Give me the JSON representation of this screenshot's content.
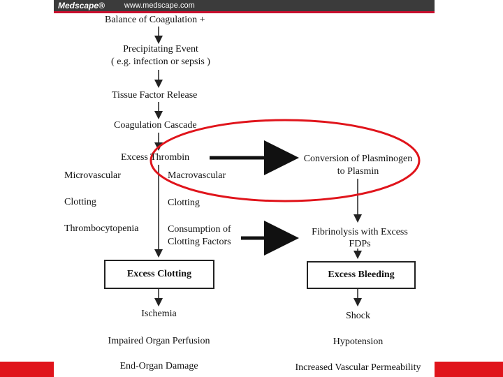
{
  "header": {
    "logo": "Medscape®",
    "url": "www.medscape.com"
  },
  "colors": {
    "header_bg": "#3b3b3b",
    "accent_red": "#e0141b",
    "circle": "#e0141b"
  },
  "flow": {
    "balance": "Balance of Coagulation +",
    "precip_1": "Precipitating Event",
    "precip_2": "( e.g. infection or sepsis )",
    "tissue": "Tissue Factor Release",
    "cascade": "Coagulation Cascade",
    "thrombin": "Excess Thrombin",
    "conversion_1": "Conversion of Plasminogen",
    "conversion_2": "to Plasmin",
    "micro": "Microvascular",
    "macro": "Macrovascular",
    "clotting_left": "Clotting",
    "clotting_right": "Clotting",
    "thrombocytopenia": "Thrombocytopenia",
    "consumption_1": "Consumption of",
    "consumption_2": "Clotting Factors",
    "fibrinolysis_1": "Fibrinolysis with Excess",
    "fibrinolysis_2": "FDPs",
    "excess_clotting": "Excess Clotting",
    "excess_bleeding": "Excess Bleeding",
    "ischemia": "Ischemia",
    "impaired": "Impaired Organ Perfusion",
    "end_organ": "End-Organ Damage",
    "shock": "Shock",
    "hypotension": "Hypotension",
    "vascular": "Increased Vascular Permeability"
  }
}
